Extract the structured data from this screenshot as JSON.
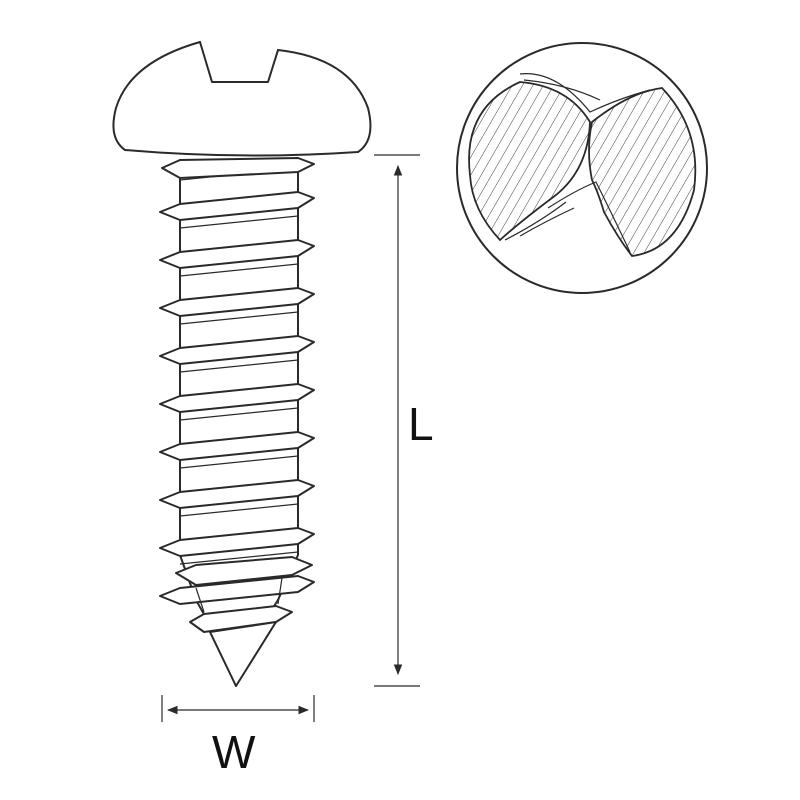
{
  "colors": {
    "line": "#2a2a2a",
    "text": "#111111",
    "background": "#ffffff"
  },
  "icons": {
    "screw": "pan-head-slotted-tapping-screw",
    "detail": "slot-cross-section-detail"
  },
  "dimensions": {
    "length_label": "L",
    "width_label": "W"
  }
}
